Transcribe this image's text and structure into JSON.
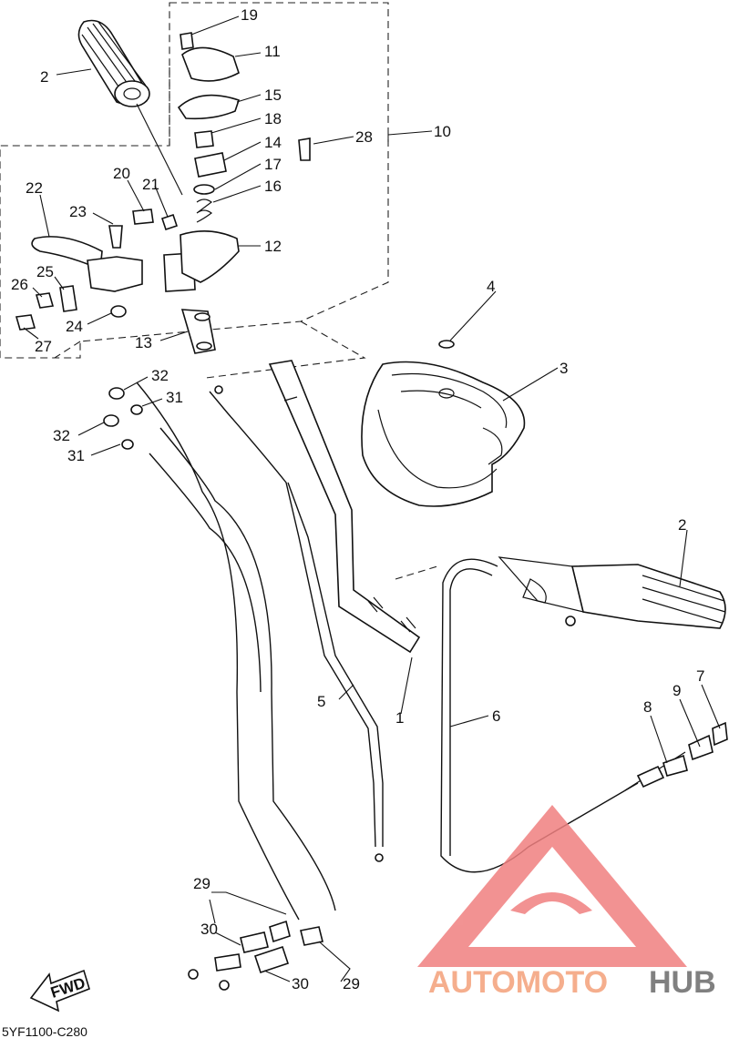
{
  "diagram_code": "5YF1100-C280",
  "fwd_label": "FWD",
  "watermark": {
    "part1": "AUTOMOTO",
    "part2": "HUB",
    "color_main": "#f4a07a",
    "color_hub": "#6b6b6b",
    "logo_color": "#f08080"
  },
  "callouts": {
    "c1": "1",
    "c2a": "2",
    "c2b": "2",
    "c3": "3",
    "c4": "4",
    "c5": "5",
    "c6": "6",
    "c7": "7",
    "c8": "8",
    "c9": "9",
    "c10": "10",
    "c11": "11",
    "c12": "12",
    "c13": "13",
    "c14": "14",
    "c15": "15",
    "c16": "16",
    "c17": "17",
    "c18": "18",
    "c19": "19",
    "c20": "20",
    "c21": "21",
    "c22": "22",
    "c23": "23",
    "c24": "24",
    "c25": "25",
    "c26": "26",
    "c27": "27",
    "c28": "28",
    "c29a": "29",
    "c29b": "29",
    "c30a": "30",
    "c30b": "30",
    "c31a": "31",
    "c31b": "31",
    "c32a": "32",
    "c32b": "32"
  }
}
